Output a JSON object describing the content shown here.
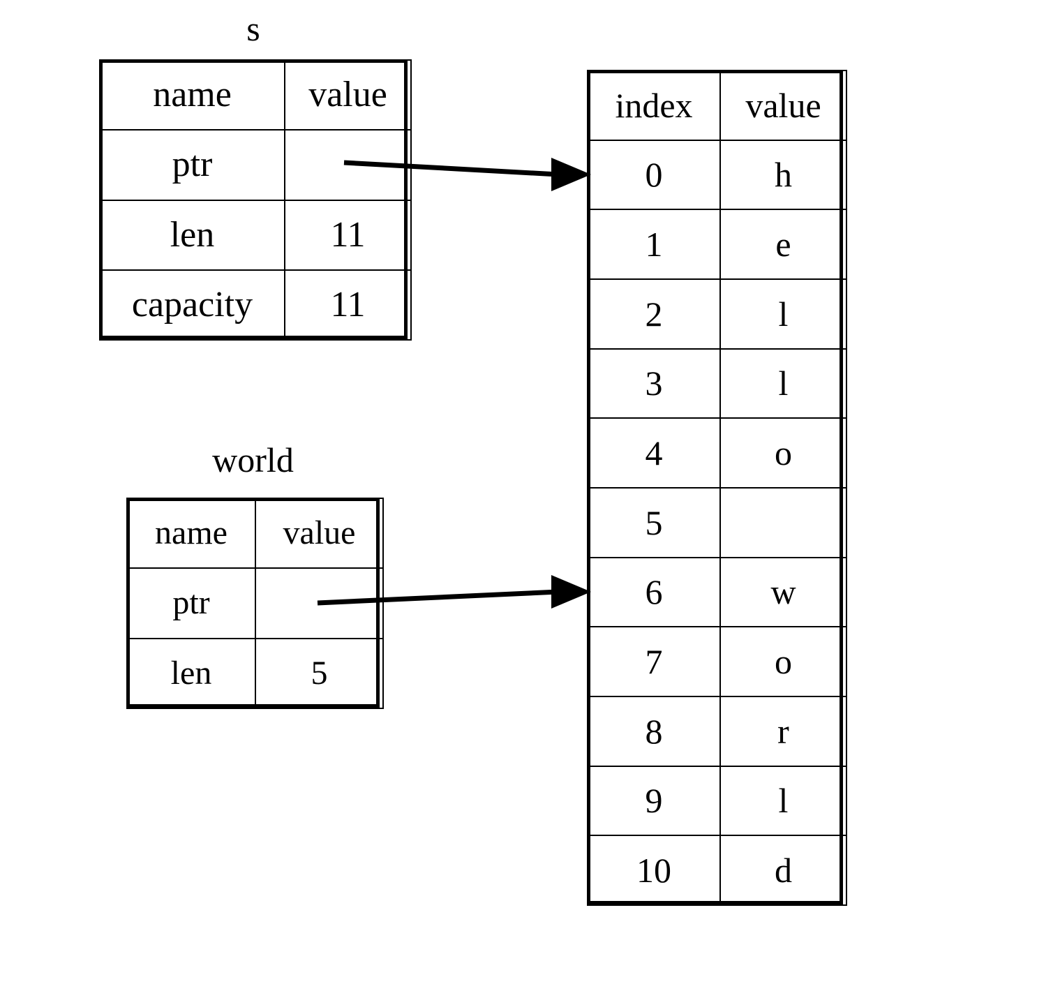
{
  "diagram": {
    "title_s": "s",
    "title_world": "world",
    "background_color": "#ffffff",
    "line_color": "#000000"
  },
  "s_struct": {
    "label": "s",
    "headers": [
      "name",
      "value"
    ],
    "rows": [
      {
        "name": "ptr",
        "value": ""
      },
      {
        "name": "len",
        "value": "11"
      },
      {
        "name": "capacity",
        "value": "11"
      }
    ]
  },
  "world_struct": {
    "label": "world",
    "headers": [
      "name",
      "value"
    ],
    "rows": [
      {
        "name": "ptr",
        "value": ""
      },
      {
        "name": "len",
        "value": "5"
      }
    ]
  },
  "buffer": {
    "headers": [
      "index",
      "value"
    ],
    "rows": [
      {
        "index": "0",
        "value": "h"
      },
      {
        "index": "1",
        "value": "e"
      },
      {
        "index": "2",
        "value": "l"
      },
      {
        "index": "3",
        "value": "l"
      },
      {
        "index": "4",
        "value": "o"
      },
      {
        "index": "5",
        "value": ""
      },
      {
        "index": "6",
        "value": "w"
      },
      {
        "index": "7",
        "value": "o"
      },
      {
        "index": "8",
        "value": "r"
      },
      {
        "index": "9",
        "value": "l"
      },
      {
        "index": "10",
        "value": "d"
      }
    ]
  },
  "arrows": [
    {
      "name": "s-ptr-arrow",
      "from": "s.ptr",
      "to": "buffer.index.0"
    },
    {
      "name": "world-ptr-arrow",
      "from": "world.ptr",
      "to": "buffer.index.6"
    }
  ]
}
